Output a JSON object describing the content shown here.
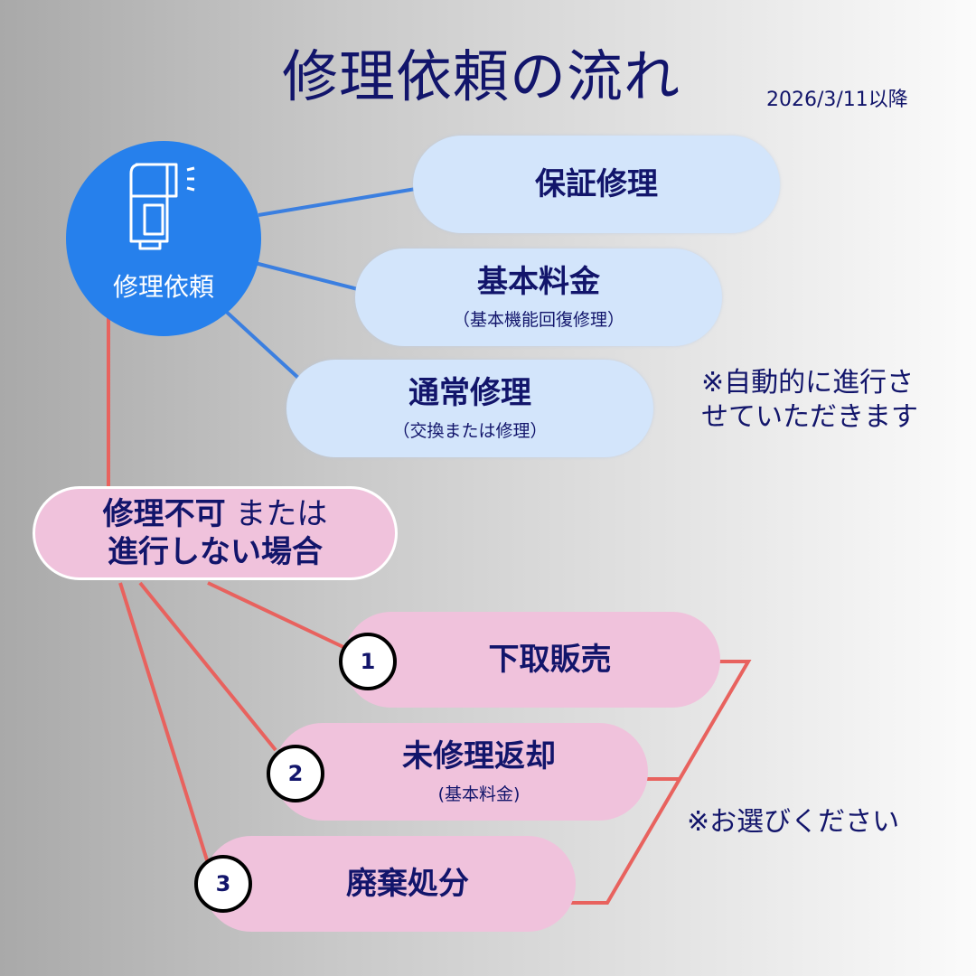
{
  "header": {
    "title": "修理依頼の流れ",
    "date_note": "2026/3/11以降"
  },
  "hub": {
    "icon": "hair-dryer-icon",
    "label": "修理依頼"
  },
  "repair_options": [
    {
      "label": "保証修理",
      "sub": ""
    },
    {
      "label": "基本料金",
      "sub": "（基本機能回復修理）"
    },
    {
      "label": "通常修理",
      "sub": "（交換または修理）"
    }
  ],
  "auto_note": {
    "line1": "※自動的に進行さ",
    "line2": "せていただきます"
  },
  "fail_case": {
    "bold": "修理不可",
    "normal": " または",
    "line2": "進行しない場合"
  },
  "choices": [
    {
      "number": "1",
      "label": "下取販売",
      "sub": ""
    },
    {
      "number": "2",
      "label": "未修理返却",
      "sub": "(基本料金)"
    },
    {
      "number": "3",
      "label": "廃棄処分",
      "sub": ""
    }
  ],
  "choose_note": "※お選びください",
  "colors": {
    "hub_blue": "#2680ec",
    "blue_line": "#3b7fe0",
    "red_line": "#e8625e",
    "pill_blue": "#d3e5fb",
    "pill_pink": "#f0c2dc",
    "text_navy": "#12156b"
  }
}
